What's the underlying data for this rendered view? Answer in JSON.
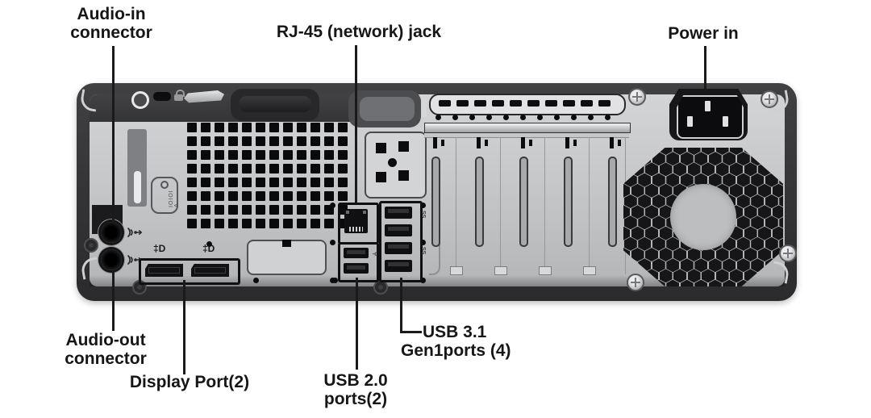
{
  "labels": {
    "audio_in": {
      "line1": "Audio-in",
      "line2": "connector"
    },
    "rj45": {
      "text": "RJ-45 (network) jack"
    },
    "power_in": {
      "text": "Power in"
    },
    "audio_out": {
      "line1": "Audio-out",
      "line2": "connector"
    },
    "display_port": {
      "text": "Display Port(2)"
    },
    "usb2": {
      "line1": "USB 2.0",
      "line2": "ports(2)"
    },
    "usb31": {
      "line1": "USB 3.1",
      "line2": "Gen1ports (4)"
    }
  },
  "icons": {
    "displayport_logo": "‡D",
    "superspeed_usb": "SS",
    "usb2_symbol": "⑂",
    "service_marking": "IOIOI A"
  },
  "ports": {
    "displayport_count": 2,
    "usb2_count": 2,
    "usb31_count": 4,
    "audio_jack_count": 2
  },
  "colors": {
    "frame": "#39393b",
    "panel": "#c6c7c9",
    "port_black": "#101012",
    "label_text": "#161616",
    "leader_line": "#1a1a1a"
  }
}
